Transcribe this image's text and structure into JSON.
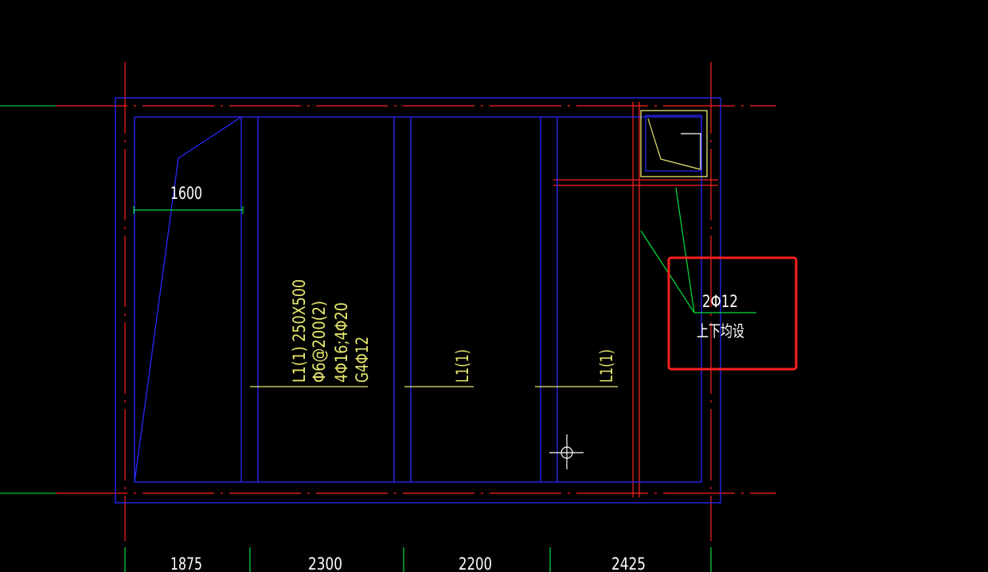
{
  "colors": {
    "background": "#000000",
    "axis_line": "#ff2020",
    "beam_line": "#2020ff",
    "dimension_line": "#00e040",
    "annotation_text": "#e8e870",
    "plain_text": "#ffffff",
    "highlight_box": "#ff2020",
    "cursor": "#ffffff"
  },
  "annotations": {
    "dim_top_left": "1600",
    "beam_main_line1": "L1(1) 250X500",
    "beam_main_line2": "Φ6@200(2)",
    "beam_main_line3": "4Φ16;4Φ20",
    "beam_main_line4": "G4Φ12",
    "beam_mid_label": "L1(1)",
    "beam_right_label": "L1(1)",
    "callout_rebar": "2Φ12",
    "callout_note": "上下均设"
  },
  "bottom_dimensions": [
    "1875",
    "2300",
    "2200",
    "2425"
  ],
  "icons": {
    "cursor": "crosshair-cursor-icon"
  }
}
